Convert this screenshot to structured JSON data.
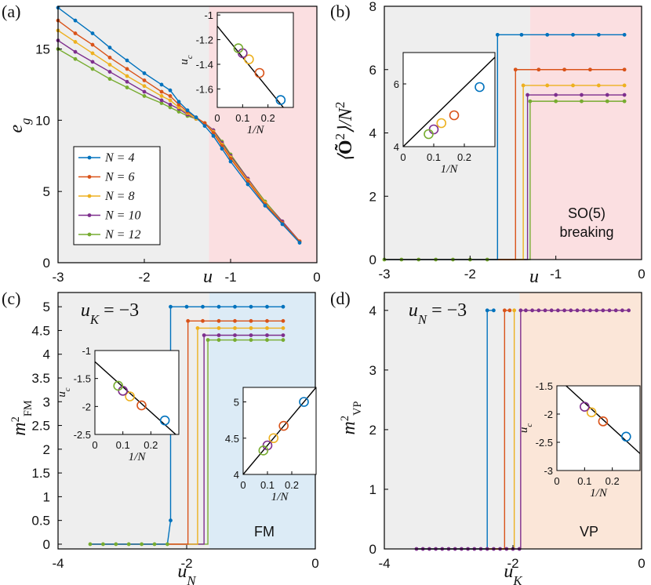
{
  "colors": {
    "N4": "#0072BD",
    "N6": "#D95319",
    "N8": "#EDB120",
    "N10": "#7E2F8E",
    "N12": "#77AC30",
    "grey_region": "#eeeeee",
    "pink_region": "#fbdfe1",
    "blue_region": "#dcebf6",
    "peach_region": "#fbe6d8"
  },
  "legend": [
    "N = 4",
    "N = 6",
    "N = 8",
    "N = 10",
    "N = 12"
  ],
  "panels": {
    "a": {
      "label": "(a)",
      "ylabel": "e_g",
      "xlabel": "u",
      "xticks": [
        "-3",
        "-2",
        "-1",
        "0"
      ],
      "yticks": [
        "0",
        "5",
        "10",
        "15"
      ],
      "inset": {
        "ylabel": "u_c",
        "xlabel": "1/N",
        "xticks": [
          "0",
          "0.1",
          "0.2"
        ],
        "yticks": [
          "-1",
          "-1.2",
          "-1.4",
          "-1.6"
        ]
      }
    },
    "b": {
      "label": "(b)",
      "ylabel": "⟨Õ²⟩/N²",
      "xlabel": "u",
      "xticks": [
        "-3",
        "-2",
        "-1",
        "0"
      ],
      "yticks": [
        "0",
        "2",
        "4",
        "6",
        "8"
      ],
      "region_text_1": "SO(5)",
      "region_text_2": "breaking",
      "inset": {
        "xlabel": "1/N",
        "xticks": [
          "0",
          "0.1",
          "0.2"
        ],
        "yticks": [
          "4",
          "6"
        ]
      }
    },
    "c": {
      "label": "(c)",
      "param": "u_K = -3",
      "ylabel": "m²_FM",
      "xlabel": "u_N",
      "xticks": [
        "-4",
        "-2",
        "0"
      ],
      "yticks": [
        "0",
        "0.5",
        "1",
        "1.5",
        "2",
        "2.5",
        "3",
        "3.5",
        "4",
        "4.5",
        "5"
      ],
      "region_text": "FM",
      "inset1": {
        "ylabel": "u_c",
        "xlabel": "1/N",
        "xticks": [
          "0",
          "0.1",
          "0.2"
        ],
        "yticks": [
          "-1",
          "-1.5",
          "-2",
          "-2.5"
        ]
      },
      "inset2": {
        "xlabel": "1/N",
        "xticks": [
          "0",
          "0.1",
          "0.2"
        ],
        "yticks": [
          "4",
          "4.5",
          "5"
        ]
      }
    },
    "d": {
      "label": "(d)",
      "param": "u_N = -3",
      "ylabel": "m²_VP",
      "xlabel": "u_K",
      "xticks": [
        "-4",
        "-2",
        "0"
      ],
      "yticks": [
        "0",
        "1",
        "2",
        "3",
        "4"
      ],
      "region_text": "VP",
      "inset": {
        "ylabel": "u_c",
        "xlabel": "1/N",
        "xticks": [
          "0",
          "0.1",
          "0.2"
        ],
        "yticks": [
          "-1.5",
          "-2",
          "-2.5",
          "-3"
        ]
      }
    }
  },
  "chart_data": [
    {
      "panel": "a",
      "type": "line",
      "xlim": [
        -3,
        0
      ],
      "ylim": [
        0,
        18
      ],
      "shading": [
        {
          "from": -3,
          "to": -1.25,
          "color": "grey"
        },
        {
          "from": -1.25,
          "to": 0,
          "color": "pink"
        }
      ],
      "x": [
        -3.0,
        -2.8,
        -2.6,
        -2.4,
        -2.2,
        -2.0,
        -1.8,
        -1.7,
        -1.6,
        -1.5,
        -1.4,
        -1.3,
        -1.2,
        -1.1,
        -1.0,
        -0.8,
        -0.6,
        -0.4,
        -0.2
      ],
      "series": [
        {
          "name": "N = 4",
          "values": [
            17.9,
            17.0,
            16.1,
            15.1,
            14.2,
            13.3,
            12.5,
            12.1,
            11.3,
            10.7,
            10.2,
            9.6,
            8.9,
            8.0,
            7.1,
            5.5,
            4.0,
            2.7,
            1.4
          ]
        },
        {
          "name": "N = 6",
          "values": [
            17.0,
            16.1,
            15.3,
            14.4,
            13.6,
            12.8,
            12.0,
            11.7,
            11.1,
            10.6,
            10.2,
            9.8,
            9.1,
            8.2,
            7.3,
            5.7,
            4.1,
            2.8,
            1.5
          ]
        },
        {
          "name": "N = 8",
          "values": [
            16.3,
            15.5,
            14.7,
            13.9,
            13.1,
            12.4,
            11.7,
            11.4,
            10.9,
            10.5,
            10.1,
            9.8,
            9.2,
            8.3,
            7.4,
            5.8,
            4.2,
            2.8,
            1.5
          ]
        },
        {
          "name": "N = 10",
          "values": [
            15.6,
            14.8,
            14.1,
            13.4,
            12.7,
            12.0,
            11.4,
            11.1,
            10.8,
            10.4,
            10.1,
            9.8,
            9.3,
            8.4,
            7.5,
            5.9,
            4.2,
            2.9,
            1.5
          ]
        },
        {
          "name": "N = 12",
          "values": [
            15.0,
            14.3,
            13.6,
            12.9,
            12.3,
            11.7,
            11.2,
            10.9,
            10.6,
            10.3,
            10.1,
            9.8,
            9.3,
            8.5,
            7.6,
            5.9,
            4.3,
            2.9,
            1.5
          ]
        }
      ],
      "inset": {
        "xlim": [
          0,
          0.3
        ],
        "ylim": [
          -1.75,
          -0.98
        ],
        "line": [
          [
            0,
            -1.09
          ],
          [
            0.3,
            -1.85
          ]
        ],
        "points": [
          {
            "x": 0.25,
            "y": -1.69
          },
          {
            "x": 0.1667,
            "y": -1.47
          },
          {
            "x": 0.125,
            "y": -1.36
          },
          {
            "x": 0.1,
            "y": -1.31
          },
          {
            "x": 0.0833,
            "y": -1.27
          }
        ]
      }
    },
    {
      "panel": "b",
      "type": "line",
      "xlim": [
        -3,
        0
      ],
      "ylim": [
        0,
        8
      ],
      "shading": [
        {
          "from": -3,
          "to": -1.3,
          "color": "grey"
        },
        {
          "from": -1.3,
          "to": 0,
          "color": "pink"
        }
      ],
      "x_markers": [
        -3.0,
        -2.8,
        -2.6,
        -2.4,
        -2.2,
        -2.0,
        -1.8
      ],
      "series": [
        {
          "name": "N = 4",
          "uc": -1.68,
          "plateau": 7.1,
          "x_high": [
            -1.68,
            -1.4,
            -1.1,
            -0.8,
            -0.5,
            -0.2
          ]
        },
        {
          "name": "N = 6",
          "uc": -1.47,
          "plateau": 6.0,
          "x_high": [
            -1.47,
            -1.2,
            -0.9,
            -0.6,
            -0.2
          ]
        },
        {
          "name": "N = 8",
          "uc": -1.38,
          "plateau": 5.5,
          "x_high": [
            -1.38,
            -1.1,
            -0.8,
            -0.5,
            -0.2
          ]
        },
        {
          "name": "N = 10",
          "uc": -1.33,
          "plateau": 5.2,
          "x_high": [
            -1.33,
            -1.0,
            -0.7,
            -0.4,
            -0.2
          ]
        },
        {
          "name": "N = 12",
          "uc": -1.3,
          "plateau": 5.0,
          "x_high": [
            -1.3,
            -1.0,
            -0.7,
            -0.4,
            -0.2
          ]
        }
      ],
      "inset": {
        "xlim": [
          0,
          0.3
        ],
        "ylim": [
          4,
          7
        ],
        "line": [
          [
            0,
            4.0
          ],
          [
            0.3,
            6.85
          ]
        ],
        "points": [
          {
            "x": 0.25,
            "y": 5.9
          },
          {
            "x": 0.1667,
            "y": 5.0
          },
          {
            "x": 0.125,
            "y": 4.75
          },
          {
            "x": 0.1,
            "y": 4.55
          },
          {
            "x": 0.0833,
            "y": 4.4
          }
        ]
      }
    },
    {
      "panel": "c",
      "type": "line",
      "xlim": [
        -4,
        0
      ],
      "ylim": [
        -0.1,
        5.3
      ],
      "shading": [
        {
          "from": -4,
          "to": -1.65,
          "color": "grey"
        },
        {
          "from": -1.65,
          "to": 0,
          "color": "blue"
        }
      ],
      "x_markers": [
        -3.5,
        -3.3,
        -3.1,
        -2.9,
        -2.7,
        -2.5,
        -2.3
      ],
      "series": [
        {
          "name": "N = 4",
          "uc": -2.25,
          "plateau": 5.0,
          "ramp": [
            [
              -2.3,
              0
            ],
            [
              -2.25,
              0.5
            ]
          ],
          "x_high": [
            -2.25,
            -2.0,
            -1.75,
            -1.5,
            -1.25,
            -1.0,
            -0.75,
            -0.5
          ]
        },
        {
          "name": "N = 6",
          "uc": -1.98,
          "plateau": 4.7,
          "x_high": [
            -1.98,
            -1.75,
            -1.5,
            -1.25,
            -1.0,
            -0.75,
            -0.5
          ]
        },
        {
          "name": "N = 8",
          "uc": -1.83,
          "plateau": 4.55,
          "x_high": [
            -1.83,
            -1.5,
            -1.25,
            -1.0,
            -0.75,
            -0.5
          ]
        },
        {
          "name": "N = 10",
          "uc": -1.73,
          "plateau": 4.4,
          "x_high": [
            -1.73,
            -1.5,
            -1.25,
            -1.0,
            -0.75,
            -0.5
          ]
        },
        {
          "name": "N = 12",
          "uc": -1.67,
          "plateau": 4.3,
          "x_high": [
            -1.67,
            -1.5,
            -1.25,
            -1.0,
            -0.75,
            -0.5
          ]
        }
      ],
      "inset1": {
        "xlim": [
          0,
          0.3
        ],
        "ylim": [
          -2.5,
          -1.0
        ],
        "line": [
          [
            0,
            -1.2
          ],
          [
            0.3,
            -2.55
          ]
        ],
        "points": [
          {
            "x": 0.25,
            "y": -2.25
          },
          {
            "x": 0.1667,
            "y": -1.98
          },
          {
            "x": 0.125,
            "y": -1.82
          },
          {
            "x": 0.1,
            "y": -1.72
          },
          {
            "x": 0.0833,
            "y": -1.63
          }
        ]
      },
      "inset2": {
        "xlim": [
          0,
          0.3
        ],
        "ylim": [
          4.0,
          5.2
        ],
        "line": [
          [
            0,
            4.0
          ],
          [
            0.3,
            5.2
          ]
        ],
        "points": [
          {
            "x": 0.25,
            "y": 5.0
          },
          {
            "x": 0.1667,
            "y": 4.67
          },
          {
            "x": 0.125,
            "y": 4.5
          },
          {
            "x": 0.1,
            "y": 4.4
          },
          {
            "x": 0.0833,
            "y": 4.33
          }
        ]
      }
    },
    {
      "panel": "d",
      "type": "line",
      "xlim": [
        -4,
        0
      ],
      "ylim": [
        0,
        4.3
      ],
      "shading": [
        {
          "from": -4,
          "to": -1.9,
          "color": "grey"
        },
        {
          "from": -1.9,
          "to": 0,
          "color": "peach"
        }
      ],
      "x_markers": [
        -3.5,
        -3.4,
        -3.3,
        -3.2,
        -3.1,
        -3.0,
        -2.9,
        -2.8,
        -2.7,
        -2.6,
        -2.5,
        -2.4,
        -2.3,
        -2.2,
        -2.1,
        -2.0,
        -1.9
      ],
      "series": [
        {
          "name": "N = 4",
          "uc": -2.4,
          "plateau": 4.0,
          "x_high": [
            -2.4,
            -2.3
          ]
        },
        {
          "name": "N = 6",
          "uc": -2.13,
          "plateau": 4.0,
          "x_high": [
            -2.13,
            -2.05
          ]
        },
        {
          "name": "N = 8",
          "uc": -1.98,
          "plateau": 4.0,
          "x_high": [
            -1.98
          ]
        },
        {
          "name": "N = 10",
          "uc": -1.88,
          "plateau": 4.0,
          "x_high": [
            -1.88,
            -1.8,
            -1.7,
            -1.6,
            -1.5,
            -1.4,
            -1.3,
            -1.2,
            -1.1,
            -1.0,
            -0.9,
            -0.8,
            -0.7,
            -0.6,
            -0.5,
            -0.4,
            -0.3,
            -0.2
          ]
        }
      ],
      "inset": {
        "xlim": [
          0,
          0.3
        ],
        "ylim": [
          -3,
          -1.5
        ],
        "line": [
          [
            0,
            -1.35
          ],
          [
            0.3,
            -2.7
          ]
        ],
        "points": [
          {
            "x": 0.25,
            "y": -2.4
          },
          {
            "x": 0.1667,
            "y": -2.13
          },
          {
            "x": 0.125,
            "y": -1.97
          },
          {
            "x": 0.1,
            "y": -1.87
          }
        ]
      }
    }
  ]
}
